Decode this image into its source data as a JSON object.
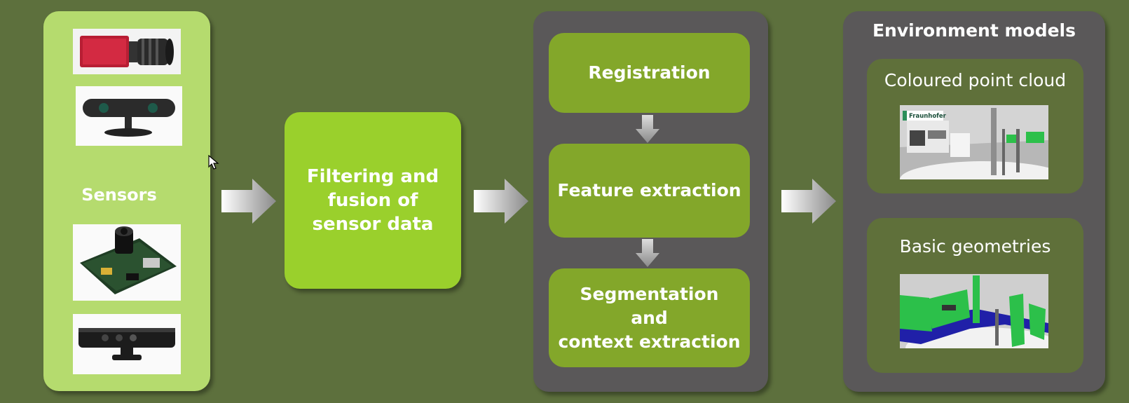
{
  "sensors": {
    "label": "Sensors",
    "images": [
      "industrial-camera",
      "stereo-camera",
      "embedded-camera-board",
      "depth-sensor-bar"
    ]
  },
  "filtering": {
    "label": "Filtering and\nfusion of\nsensor data"
  },
  "processing": {
    "steps": [
      {
        "label": "Registration"
      },
      {
        "label": "Feature extraction"
      },
      {
        "label": "Segmentation\nand\ncontext extraction"
      }
    ]
  },
  "environment": {
    "title": "Environment models",
    "models": [
      {
        "label": "Coloured point cloud",
        "image_text": "Fraunhofer"
      },
      {
        "label": "Basic geometries"
      }
    ]
  },
  "colors": {
    "background": "#5d703d",
    "sensor_panel": "#b5db6e",
    "filter_box": "#9ad02c",
    "panel_dark": "#5a5859",
    "step_box": "#83a72a",
    "sub_panel": "#5f703a",
    "geometry_green": "#2cc04a",
    "geometry_blue": "#2020a8"
  }
}
